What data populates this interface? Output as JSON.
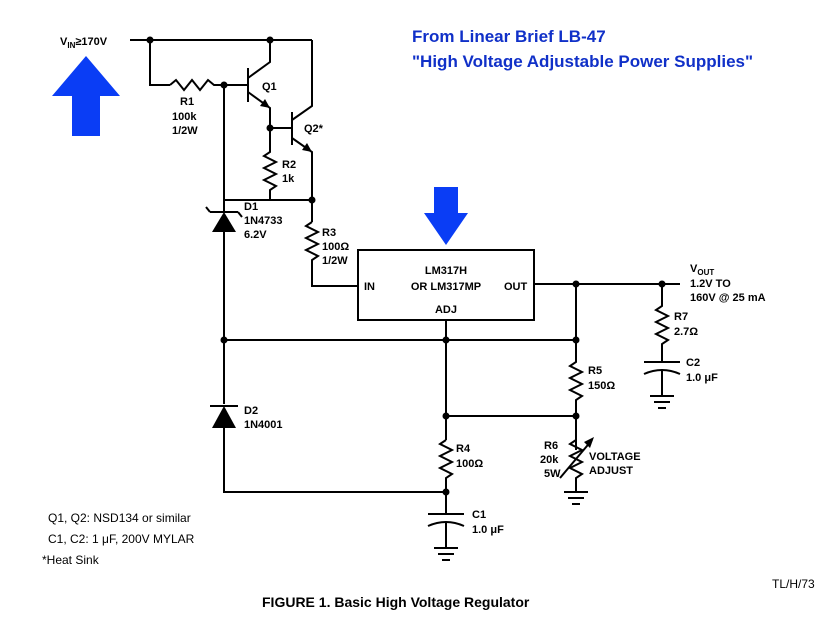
{
  "header": {
    "line1": "From Linear Brief LB-47",
    "line2": "\"High Voltage Adjustable Power Supplies\""
  },
  "input": {
    "v": "V",
    "sub": "IN",
    "rest": "≥170V"
  },
  "components": {
    "r1": [
      "R1",
      "100k",
      "1/2W"
    ],
    "q1": "Q1",
    "q2": "Q2*",
    "r2": [
      "R2",
      "1k"
    ],
    "d1": [
      "D1",
      "1N4733",
      "6.2V"
    ],
    "r3": [
      "R3",
      "100Ω",
      "1/2W"
    ],
    "regulator": {
      "line1": "LM317H",
      "line2": "OR LM317MP",
      "in": "IN",
      "out": "OUT",
      "adj": "ADJ"
    },
    "d2": [
      "D2",
      "1N4001"
    ],
    "r4": [
      "R4",
      "100Ω"
    ],
    "c1": [
      "C1",
      "1.0 μF"
    ],
    "r5": [
      "R5",
      "150Ω"
    ],
    "r6": [
      "R6",
      "20k",
      "5W"
    ],
    "r6_desc": [
      "VOLTAGE",
      "ADJUST"
    ],
    "r7": [
      "R7",
      "2.7Ω"
    ],
    "c2": [
      "C2",
      "1.0 μF"
    ]
  },
  "output": {
    "v": "V",
    "sub": "OUT",
    "line1": "1.2V TO",
    "line2": "160V @ 25 mA"
  },
  "notes": [
    "Q1, Q2: NSD134 or similar",
    "C1, C2: 1 μF, 200V MYLAR",
    "*Heat Sink"
  ],
  "ref_code": "TL/H/73",
  "caption": "FIGURE 1. Basic High Voltage Regulator",
  "colors": {
    "arrow": "#0a3df5",
    "header_text": "#1030c8",
    "wire": "#000000"
  },
  "icons": [
    "up-arrow-icon",
    "down-arrow-icon"
  ]
}
